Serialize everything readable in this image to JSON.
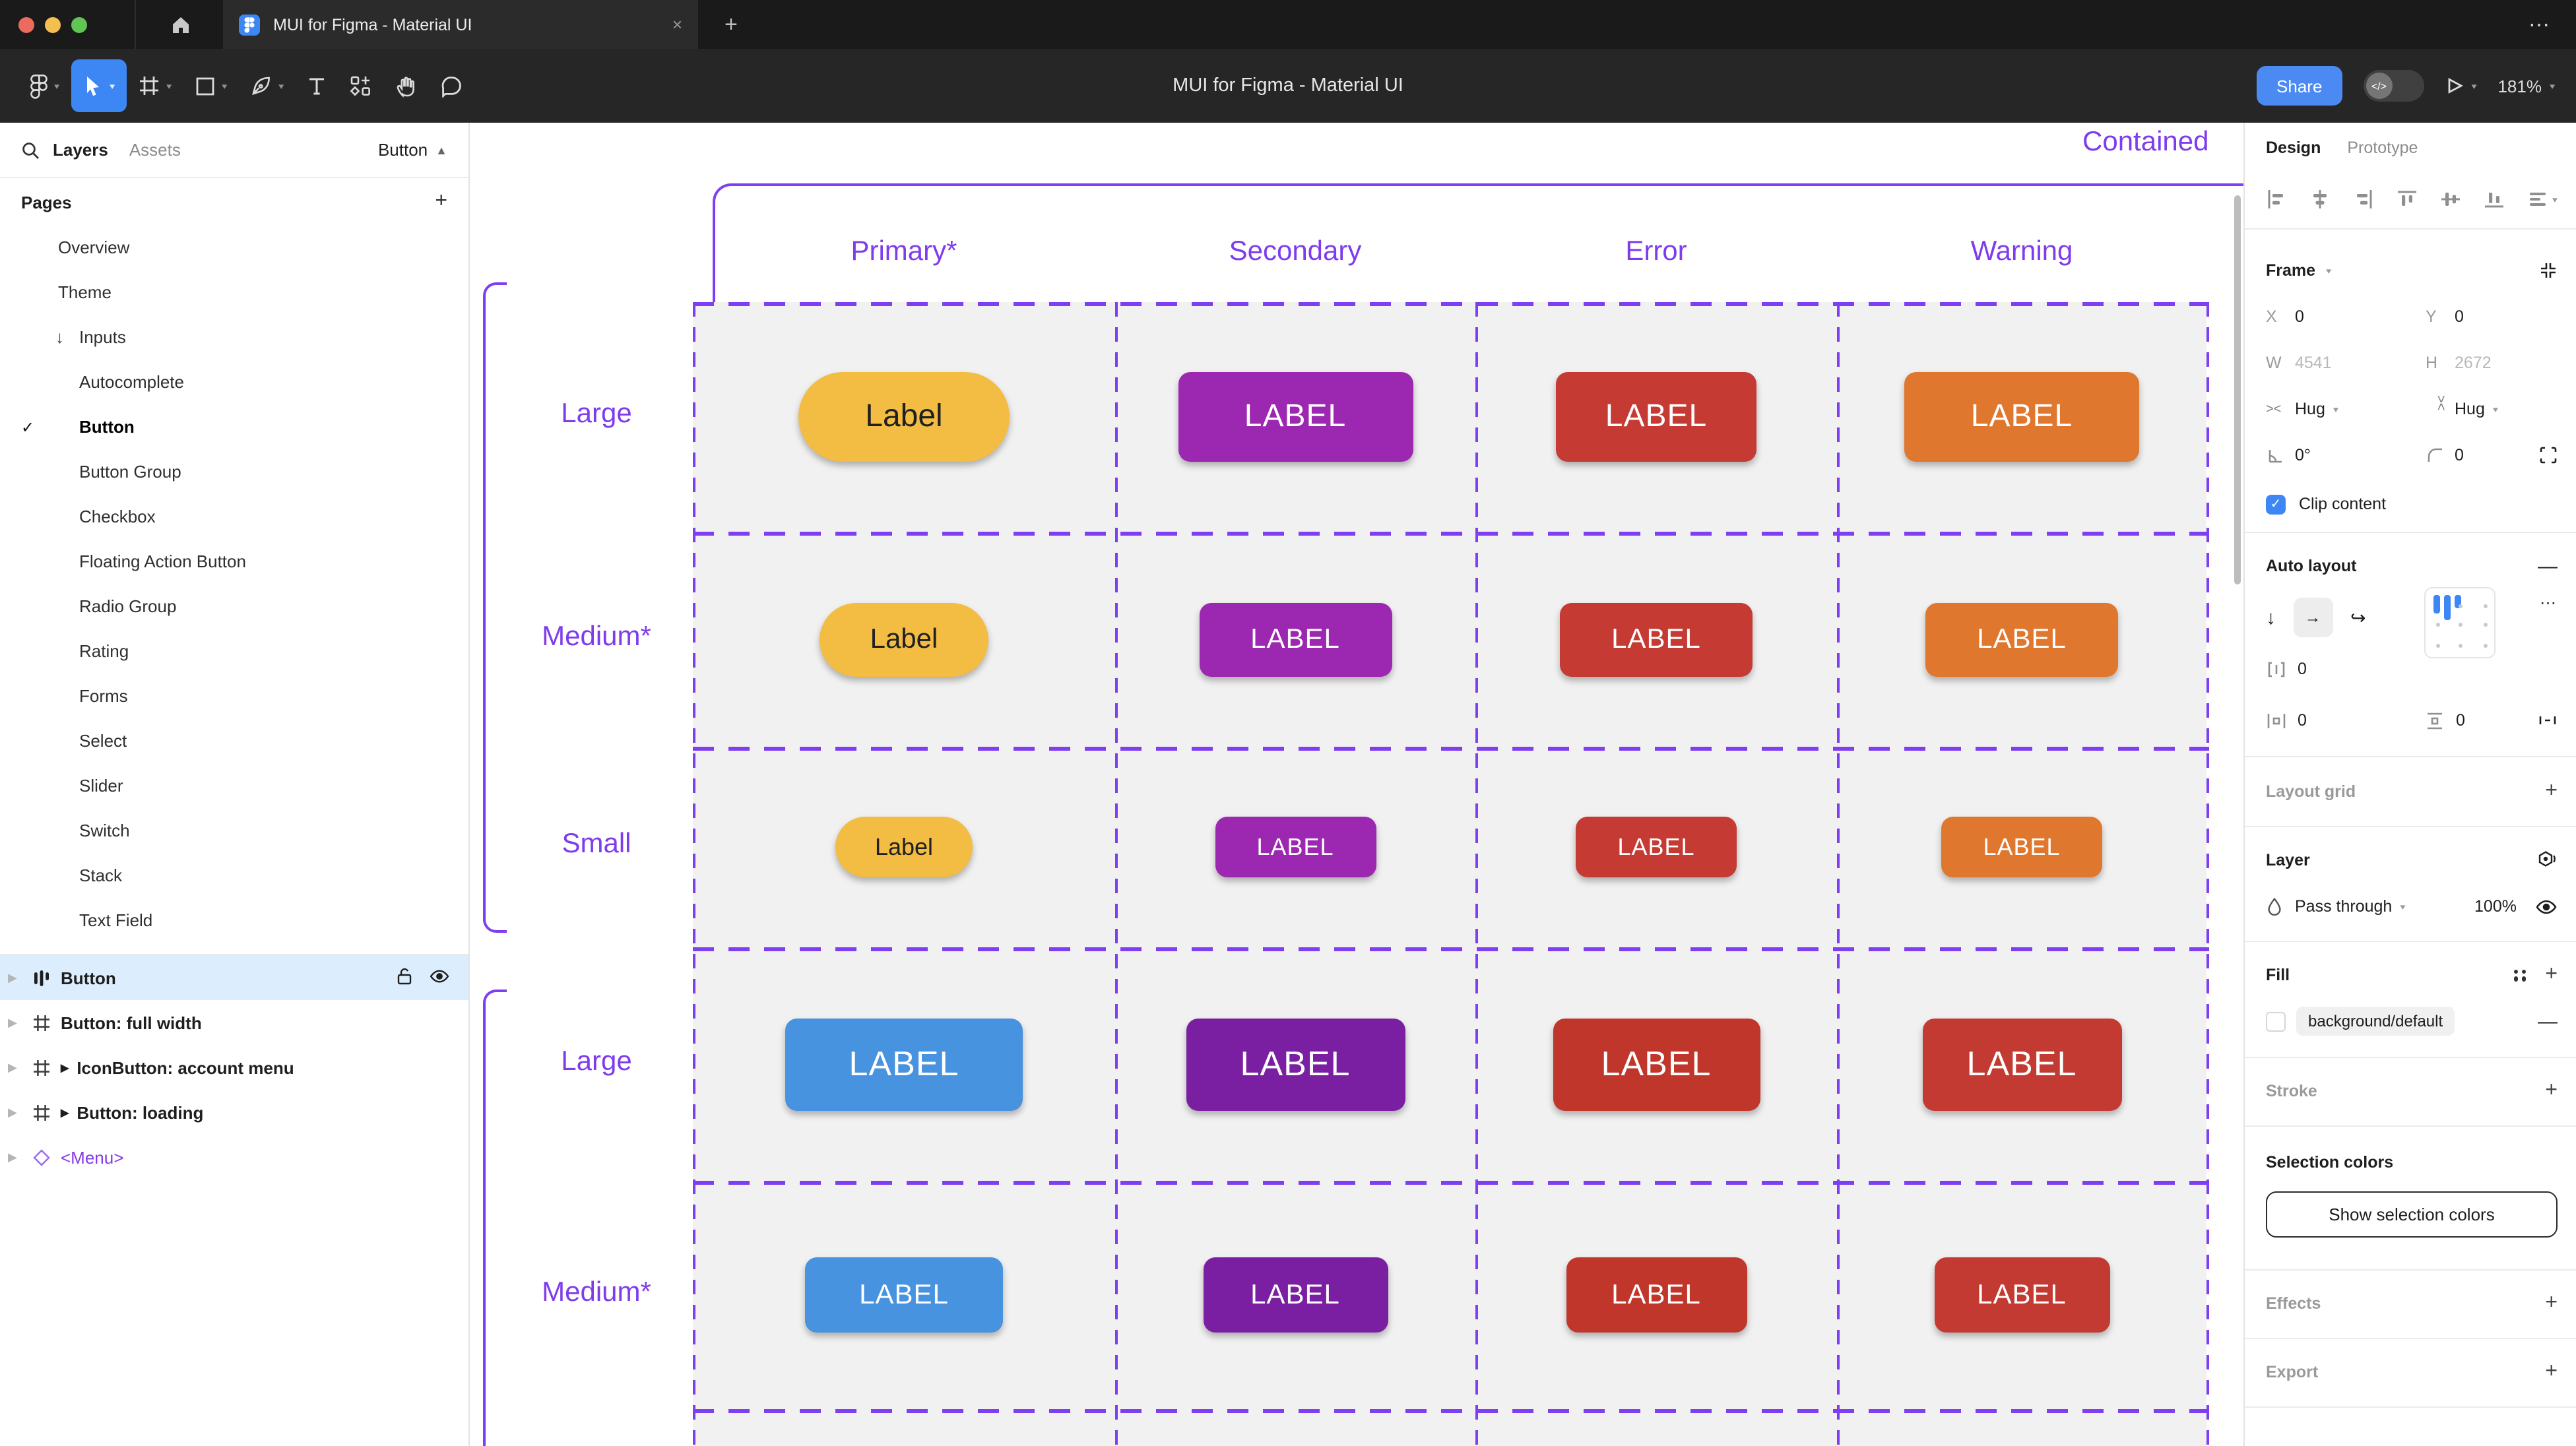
{
  "chrome": {
    "tab_title": "MUI for Figma - Material UI",
    "close_glyph": "×",
    "new_tab_glyph": "+",
    "more_glyph": "⋯"
  },
  "toolbar": {
    "title": "MUI for Figma - Material UI",
    "share": "Share",
    "dev_icon": "</>",
    "zoom": "181%"
  },
  "left_sidebar": {
    "tabs": {
      "layers": "Layers",
      "assets": "Assets"
    },
    "page_indicator": "Button",
    "pages_header": "Pages",
    "add_glyph": "+",
    "pages": [
      {
        "label": "Overview",
        "indent": 1
      },
      {
        "label": "Theme",
        "indent": 1
      },
      {
        "label": "Inputs",
        "indent": 1,
        "arrow": "↓"
      },
      {
        "label": "Autocomplete",
        "indent": 2
      },
      {
        "label": "Button",
        "indent": 2,
        "active": true,
        "check": "✓"
      },
      {
        "label": "Button Group",
        "indent": 2
      },
      {
        "label": "Checkbox",
        "indent": 2
      },
      {
        "label": "Floating Action Button",
        "indent": 2
      },
      {
        "label": "Radio Group",
        "indent": 2
      },
      {
        "label": "Rating",
        "indent": 2
      },
      {
        "label": "Forms",
        "indent": 2
      },
      {
        "label": "Select",
        "indent": 2
      },
      {
        "label": "Slider",
        "indent": 2
      },
      {
        "label": "Switch",
        "indent": 2
      },
      {
        "label": "Stack",
        "indent": 2
      },
      {
        "label": "Text Field",
        "indent": 2
      }
    ],
    "layers": [
      {
        "label": "Button",
        "icon": "autolayout",
        "selected": true
      },
      {
        "label": "Button: full width",
        "icon": "frame"
      },
      {
        "label": "IconButton: account menu",
        "icon": "frame",
        "instance": true
      },
      {
        "label": "Button: loading",
        "icon": "frame",
        "instance": true
      },
      {
        "label": "<Menu>",
        "icon": "component",
        "component": true
      }
    ]
  },
  "canvas": {
    "frame_title": "Contained",
    "annotation_color": "#7E3CEC",
    "dash_color": "#7E3FF2",
    "cell_bg": "#F1F1F1",
    "columns": [
      "Primary*",
      "Secondary",
      "Error",
      "Warning"
    ],
    "palette": {
      "primaryA": {
        "bg": "#F3BC42",
        "fg": "#202020",
        "pill": true
      },
      "secondaryA": {
        "bg": "#9C27B0",
        "fg": "#FFFFFF"
      },
      "errorA": {
        "bg": "#C53B33",
        "fg": "#FFFFFF"
      },
      "warningA": {
        "bg": "#E0772F",
        "fg": "#FFFFFF"
      },
      "primaryB": {
        "bg": "#4793E0",
        "fg": "#FFFFFF"
      },
      "secondaryB": {
        "bg": "#7B1FA2",
        "fg": "#FFFFFF"
      },
      "errorB": {
        "bg": "#C1362B",
        "fg": "#FFFFFF"
      },
      "warningB": {
        "bg": "#C23A31",
        "fg": "#FFFFFF"
      }
    },
    "rows": [
      {
        "label": "Large",
        "cells": [
          {
            "text": "Label",
            "variant": "primaryA"
          },
          {
            "text": "LABEL",
            "variant": "secondaryA"
          },
          {
            "text": "LABEL",
            "variant": "errorA"
          },
          {
            "text": "LABEL",
            "variant": "warningA"
          }
        ]
      },
      {
        "label": "Medium*",
        "cells": [
          {
            "text": "Label",
            "variant": "primaryA"
          },
          {
            "text": "LABEL",
            "variant": "secondaryA"
          },
          {
            "text": "LABEL",
            "variant": "errorA"
          },
          {
            "text": "LABEL",
            "variant": "warningA"
          }
        ]
      },
      {
        "label": "Small",
        "cells": [
          {
            "text": "Label",
            "variant": "primaryA"
          },
          {
            "text": "LABEL",
            "variant": "secondaryA"
          },
          {
            "text": "LABEL",
            "variant": "errorA"
          },
          {
            "text": "LABEL",
            "variant": "warningA"
          }
        ]
      },
      {
        "label": "Large",
        "cells": [
          {
            "text": "LABEL",
            "variant": "primaryB"
          },
          {
            "text": "LABEL",
            "variant": "secondaryB"
          },
          {
            "text": "LABEL",
            "variant": "errorB"
          },
          {
            "text": "LABEL",
            "variant": "warningB"
          }
        ]
      },
      {
        "label": "Medium*",
        "cells": [
          {
            "text": "LABEL",
            "variant": "primaryB"
          },
          {
            "text": "LABEL",
            "variant": "secondaryB"
          },
          {
            "text": "LABEL",
            "variant": "errorB"
          },
          {
            "text": "LABEL",
            "variant": "warningB"
          }
        ]
      }
    ]
  },
  "right_sidebar": {
    "tabs": {
      "design": "Design",
      "prototype": "Prototype"
    },
    "frame": {
      "title": "Frame",
      "x_label": "X",
      "x": "0",
      "y_label": "Y",
      "y": "0",
      "w_label": "W",
      "w": "4541",
      "h_label": "H",
      "h": "2672",
      "hug_h": "Hug",
      "hug_v": "Hug",
      "rotation": "0°",
      "radius": "0",
      "clip_label": "Clip content"
    },
    "auto_layout": {
      "title": "Auto layout",
      "gap": "0",
      "pad_h": "0",
      "pad_v": "0",
      "more_glyph": "⋯",
      "remove_glyph": "—"
    },
    "layout_grid": {
      "title": "Layout grid"
    },
    "layer": {
      "title": "Layer",
      "blend": "Pass through",
      "opacity": "100%"
    },
    "fill": {
      "title": "Fill",
      "style_name": "background/default",
      "remove_glyph": "—"
    },
    "stroke": {
      "title": "Stroke"
    },
    "selection_colors": {
      "title": "Selection colors",
      "button": "Show selection colors"
    },
    "effects": {
      "title": "Effects"
    },
    "export": {
      "title": "Export"
    }
  }
}
